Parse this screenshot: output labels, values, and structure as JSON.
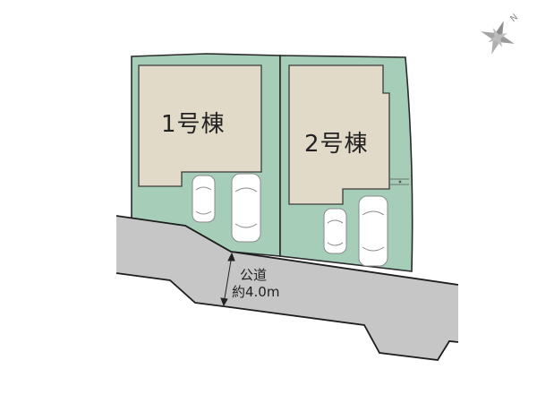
{
  "colors": {
    "lot_fill": "#a6cdb8",
    "building_fill": "#e2dac8",
    "road_fill": "#c6c6c6",
    "outline": "#2a2a2a",
    "compass": "#9a9a9a"
  },
  "compass": {
    "icon": "compass-rose-icon",
    "north_label": "N"
  },
  "buildings": [
    {
      "id": "1",
      "label": "1号棟"
    },
    {
      "id": "2",
      "label": "2号棟"
    }
  ],
  "road": {
    "name": "公道",
    "width": "約4.0m"
  }
}
